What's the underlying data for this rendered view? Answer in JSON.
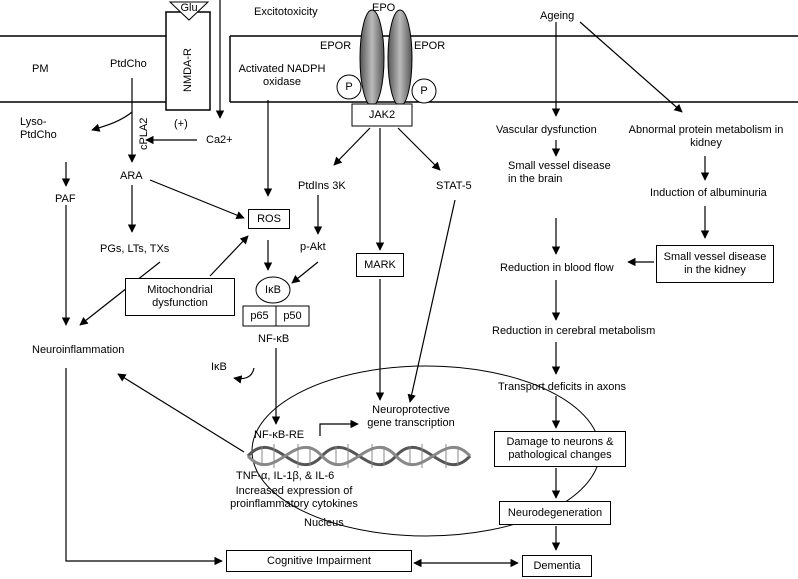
{
  "labels": {
    "glu": "Glu",
    "nmda_r": "NMDA-R",
    "excitotoxicity": "Excitotoxicity",
    "epo": "EPO",
    "epor_left": "EPOR",
    "epor_right": "EPOR",
    "p_left": "P",
    "p_right": "P",
    "jak2": "JAK2",
    "pm": "PM",
    "ptdcho": "PtdCho",
    "activated_nadph": "Activated NADPH oxidase",
    "lyso_ptdcho": "Lyso-PtdCho",
    "cpla2": "cPLA2",
    "plus": "(+)",
    "ca2": "Ca2+",
    "ara": "ARA",
    "paf": "PAF",
    "ros": "ROS",
    "ptdins3k": "PtdIns 3K",
    "stat5": "STAT-5",
    "pakt": "p-Akt",
    "pgs": "PGs, LTs, TXs",
    "mito": "Mitochondrial dysfunction",
    "mark": "MARK",
    "ikb": "IκB",
    "p65": "p65",
    "p50": "p50",
    "nfkb": "NF-κB",
    "neuroinflammation": "Neuroinflammation",
    "ikb_out": "IκB",
    "neuroprotective": "Neuroprotective gene transcription",
    "nfkb_re": "NF-κB-RE",
    "cytokines": "TNF-α, IL-1β, & IL-6",
    "increased_expr": "Increased expression of proinflammatory cytokines",
    "nucleus": "Nucleus",
    "cognitive": "Cognitive Impairment",
    "dementia": "Dementia",
    "ageing": "Ageing",
    "vascular": "Vascular dysfunction",
    "abnormal_protein": "Abnormal protein metabolism in kidney",
    "small_vessel_brain": "Small vessel disease in the brain",
    "albuminuria": "Induction of albuminuria",
    "small_vessel_kidney": "Small vessel disease in the kidney",
    "blood_flow": "Reduction in blood flow",
    "cerebral": "Reduction in cerebral metabolism",
    "transport": "Transport deficits in axons",
    "damage": "Damage to neurons & pathological changes",
    "neurodegeneration": "Neurodegeneration"
  }
}
